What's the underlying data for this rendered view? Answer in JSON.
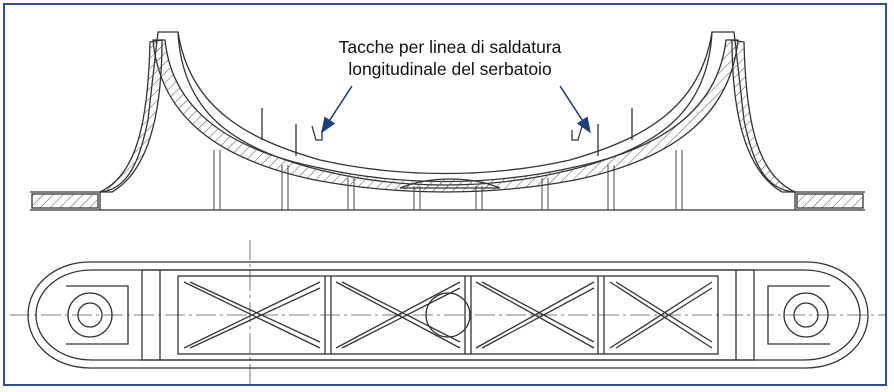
{
  "annotation": {
    "line1": "Tacche per linea di saldatura",
    "line2": "longitudinale del serbatoio"
  },
  "colors": {
    "frame": "#2f4f86",
    "arrow": "#1f3f7a",
    "drawing_line": "#333333",
    "hatch": "#555555"
  },
  "views": {
    "section_view": "section-elevation",
    "plan_view": "top-view"
  }
}
